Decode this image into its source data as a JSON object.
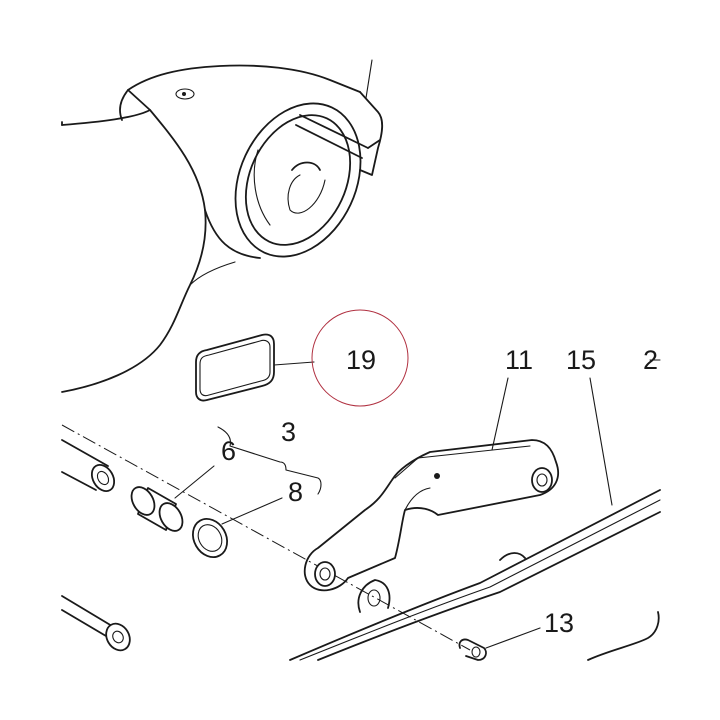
{
  "diagram": {
    "callouts": [
      {
        "id": "c19",
        "label": "19"
      },
      {
        "id": "c11",
        "label": "11"
      },
      {
        "id": "c15",
        "label": "15"
      },
      {
        "id": "c2",
        "label": "2"
      },
      {
        "id": "c3",
        "label": "3"
      },
      {
        "id": "c6",
        "label": "6"
      },
      {
        "id": "c8",
        "label": "8"
      },
      {
        "id": "c13",
        "label": "13"
      }
    ],
    "highlight_color": "#b03040",
    "line_color": "#1a1a1a"
  }
}
